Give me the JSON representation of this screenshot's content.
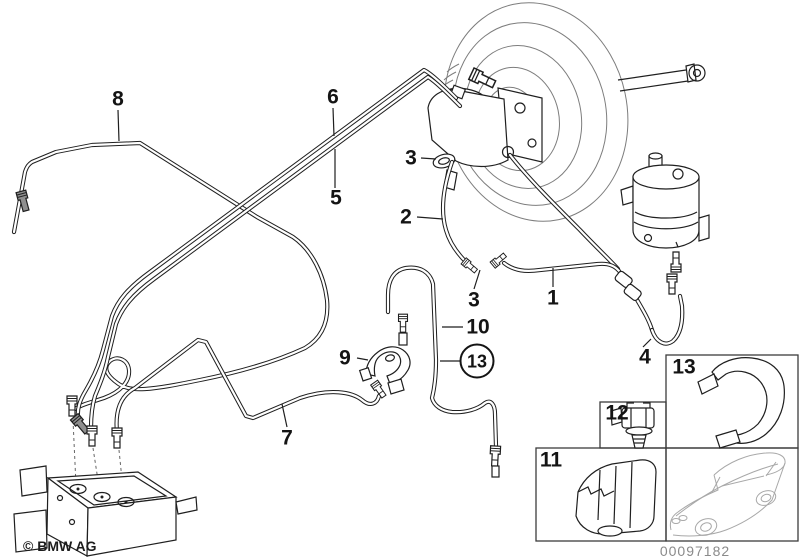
{
  "diagram": {
    "copyright": "© BMW AG",
    "doc_number": "00097182",
    "callouts": {
      "n8": "8",
      "n6": "6",
      "n5": "5",
      "n3a": "3",
      "n2": "2",
      "n3b": "3",
      "n1": "1",
      "n10": "10",
      "n13_circled": "13",
      "n9": "9",
      "n7": "7",
      "n4": "4",
      "n13_inset": "13",
      "n12_inset": "12",
      "n11_inset": "11"
    },
    "colors": {
      "line": "#1f1f1f",
      "soft_line": "#7d7d7d",
      "sketch_line": "#a8a8a8",
      "text": "#141414",
      "doc_number_text": "#8a8a8a",
      "background": "#ffffff"
    }
  }
}
